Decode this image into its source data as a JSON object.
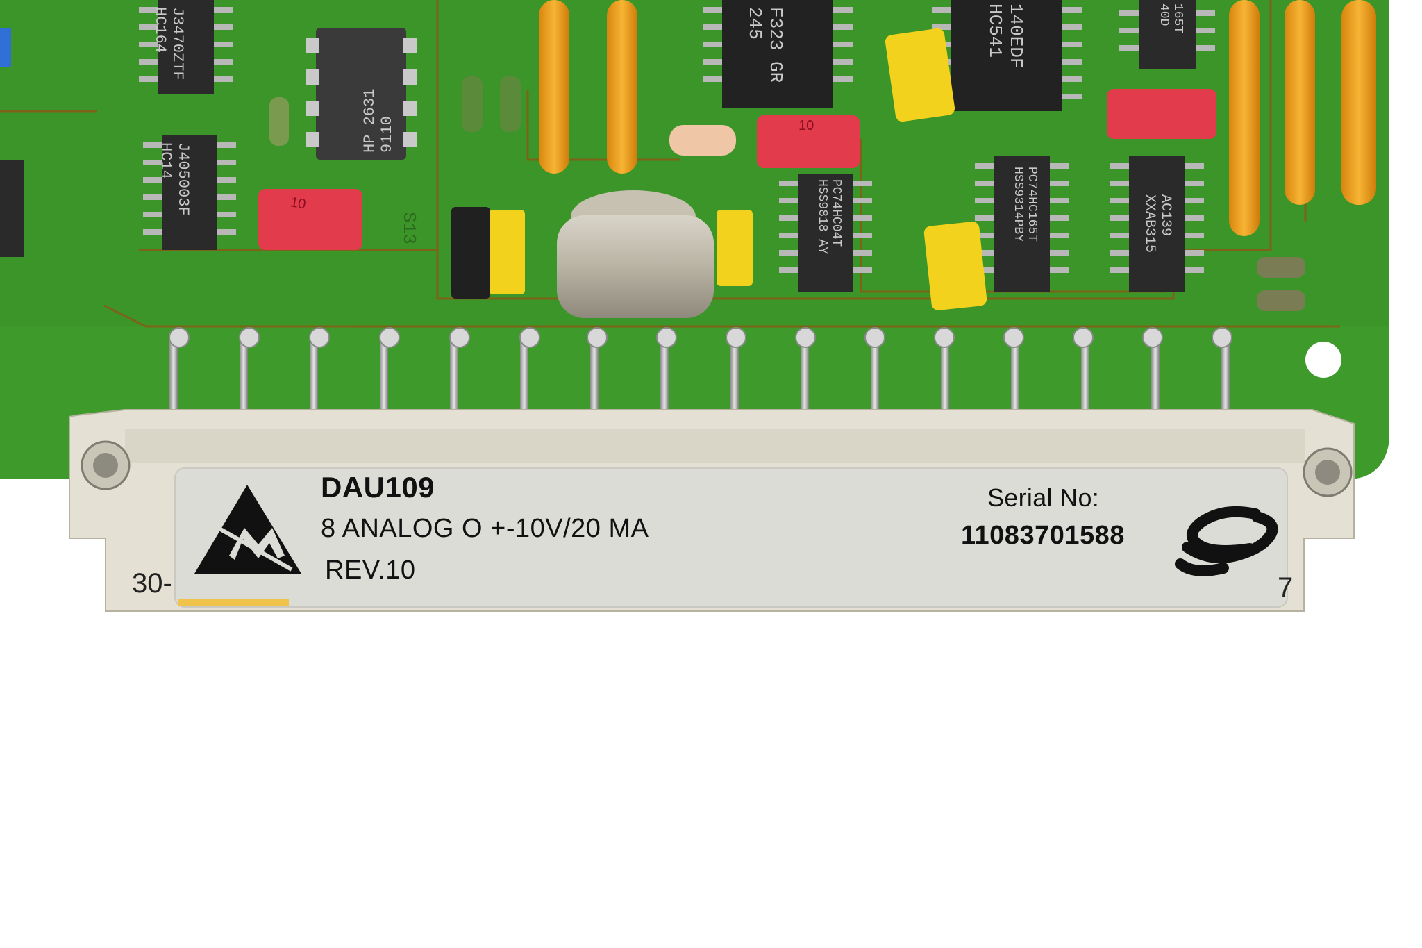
{
  "label": {
    "module_name": "DAU109",
    "description": "8 ANALOG O +-10V/20 MA",
    "revision": "REV.10",
    "serial_label": "Serial No:",
    "serial_number": "11083701588"
  },
  "connector": {
    "left_marking": "30-",
    "right_marking": "7"
  },
  "pcb": {
    "silkscreen": "S13",
    "chips": [
      {
        "line1": "J3470ZTF",
        "line2": "HC164"
      },
      {
        "line1": "HP 2631",
        "line2": "9110"
      },
      {
        "line1": "J405003F",
        "line2": "HC14"
      },
      {
        "line1": "F323 GR",
        "line2": "245"
      },
      {
        "line1": "140EDF",
        "line2": "HC541"
      },
      {
        "line1": "165T",
        "line2": "40D"
      },
      {
        "line1": "PC74HC04T",
        "line2": "HSS9818 AY"
      },
      {
        "line1": "PC74HC165T",
        "line2": "HSS9314PBY"
      },
      {
        "line1": "AC139",
        "line2": "XXAB315"
      }
    ],
    "capacitor_marks": [
      "10",
      "10"
    ]
  },
  "colors": {
    "pcb_green": "#3f9a2c",
    "connector_beige": "#e4e1d4",
    "label_bg": "#dcdcd6",
    "chip_black": "#2a2a2a",
    "cap_red": "#e23b4b",
    "cap_yellow": "#f2d21c",
    "cap_orange": "#f2a21c"
  },
  "icons": [
    "esd-warning-icon",
    "manufacturer-logo-icon"
  ]
}
